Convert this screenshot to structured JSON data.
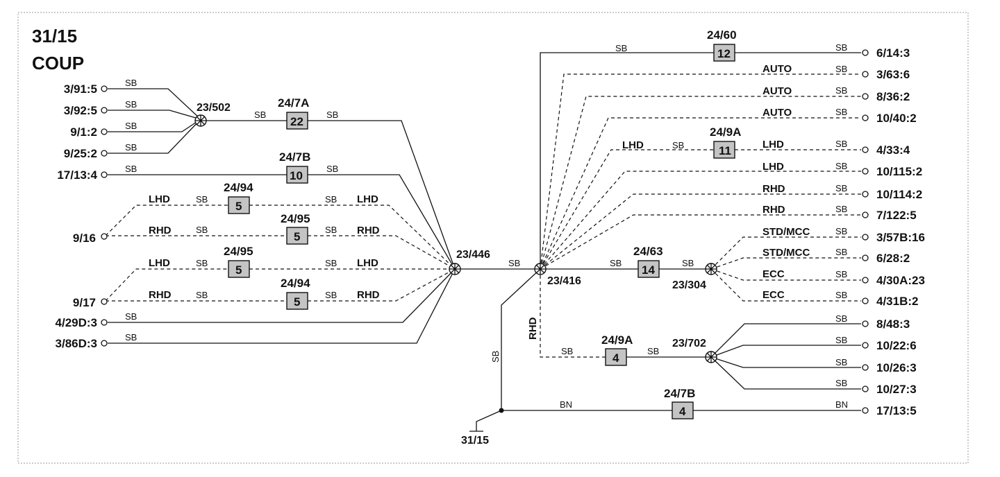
{
  "title": {
    "line1": "31/15",
    "line2": "COUP"
  },
  "wire_colors": {
    "sb": "SB",
    "bn": "BN"
  },
  "variants": {
    "lhd": "LHD",
    "rhd": "RHD",
    "auto": "AUTO",
    "std_mcc": "STD/MCC",
    "ecc": "ECC"
  },
  "splices": {
    "s502": "23/502",
    "s446": "23/446",
    "s416": "23/416",
    "s304": "23/304",
    "s702": "23/702"
  },
  "ground": "31/15",
  "connectors": {
    "c247a": {
      "ref": "24/7A",
      "pin": "22"
    },
    "c247b_top": {
      "ref": "24/7B",
      "pin": "10"
    },
    "c2494_a": {
      "ref": "24/94",
      "pin": "5"
    },
    "c2495_a": {
      "ref": "24/95",
      "pin": "5"
    },
    "c2495_b": {
      "ref": "24/95",
      "pin": "5"
    },
    "c2494_b": {
      "ref": "24/94",
      "pin": "5"
    },
    "c2460": {
      "ref": "24/60",
      "pin": "12"
    },
    "c249a_top": {
      "ref": "24/9A",
      "pin": "11"
    },
    "c2463": {
      "ref": "24/63",
      "pin": "14"
    },
    "c249a_bot": {
      "ref": "24/9A",
      "pin": "4"
    },
    "c247b_bot": {
      "ref": "24/7B",
      "pin": "4"
    }
  },
  "left_terminals": [
    "3/91:5",
    "3/92:5",
    "9/1:2",
    "9/25:2",
    "17/13:4",
    "9/16",
    "9/17",
    "4/29D:3",
    "3/86D:3"
  ],
  "right_terminals": [
    "6/14:3",
    "3/63:6",
    "8/36:2",
    "10/40:2",
    "4/33:4",
    "10/115:2",
    "10/114:2",
    "7/122:5",
    "3/57B:16",
    "6/28:2",
    "4/30A:23",
    "4/31B:2",
    "8/48:3",
    "10/22:6",
    "10/26:3",
    "10/27:3",
    "17/13:5"
  ]
}
